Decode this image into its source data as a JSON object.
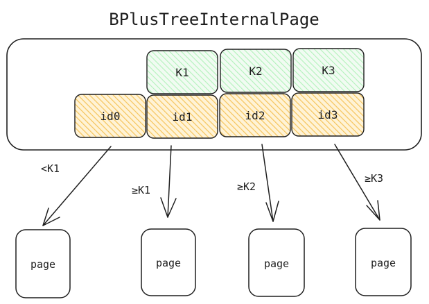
{
  "title": "BPlusTreeInternalPage",
  "keys": [
    "K1",
    "K2",
    "K3"
  ],
  "ids": [
    "id0",
    "id1",
    "id2",
    "id3"
  ],
  "edge_labels": [
    "<K1",
    "≥K1",
    "≥K2",
    "≥K3"
  ],
  "pages": [
    "page",
    "page",
    "page",
    "page"
  ],
  "colors": {
    "key_fill": "#b2f2bb",
    "id_fill": "#ffc94a",
    "stroke": "#1e1e1e"
  }
}
